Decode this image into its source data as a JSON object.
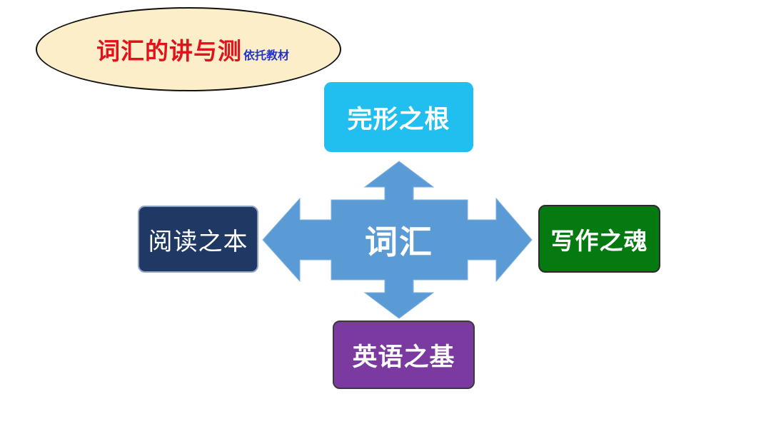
{
  "title": {
    "main": "词汇的讲与测",
    "sub": "依托教材"
  },
  "center": {
    "label": "词汇"
  },
  "nodes": {
    "top": "完形之根",
    "left": "阅读之本",
    "right": "写作之魂",
    "bottom": "英语之基"
  },
  "colors": {
    "title_ellipse_fill": "#fbeec8",
    "title_main": "#e0121b",
    "title_sub": "#2434c8",
    "arrow_fill": "#5b9bd5",
    "top_box": "#21bff0",
    "left_box": "#1f3864",
    "right_box": "#057a11",
    "bottom_box": "#7a3aa0"
  }
}
